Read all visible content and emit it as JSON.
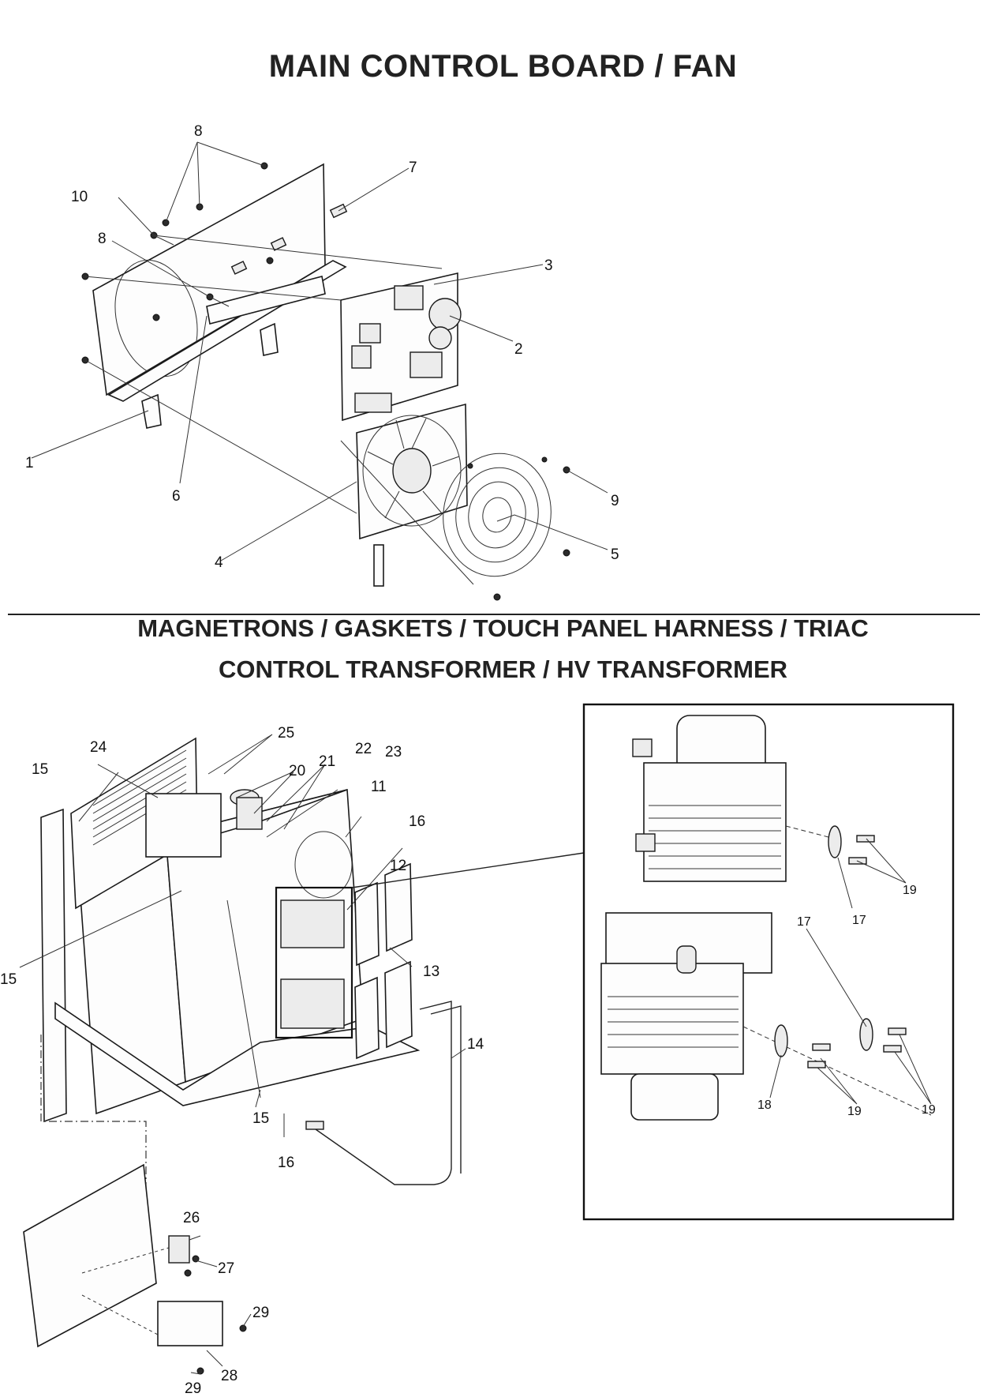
{
  "titles": {
    "top": "MAIN CONTROL BOARD / FAN",
    "bottom_line1": "MAGNETRONS / GASKETS / TOUCH PANEL HARNESS / TRIAC",
    "bottom_line2": "CONTROL TRANSFORMER / HV TRANSFORMER"
  },
  "callouts": {
    "c1": "1",
    "c2": "2",
    "c3": "3",
    "c4": "4",
    "c5": "5",
    "c6": "6",
    "c7": "7",
    "c8a": "8",
    "c8b": "8",
    "c9": "9",
    "c10": "10",
    "c11": "11",
    "c12": "12",
    "c13": "13",
    "c14": "14",
    "c15a": "15",
    "c15b": "15",
    "c15c": "15",
    "c16a": "16",
    "c16b": "16",
    "c17a": "17",
    "c17b": "17",
    "c18": "18",
    "c19a": "19",
    "c19b": "19",
    "c19c": "19",
    "c20": "20",
    "c21": "21",
    "c22": "22",
    "c23": "23",
    "c24": "24",
    "c25": "25",
    "c26": "26",
    "c27": "27",
    "c28": "28",
    "c29a": "29",
    "c29b": "29"
  }
}
